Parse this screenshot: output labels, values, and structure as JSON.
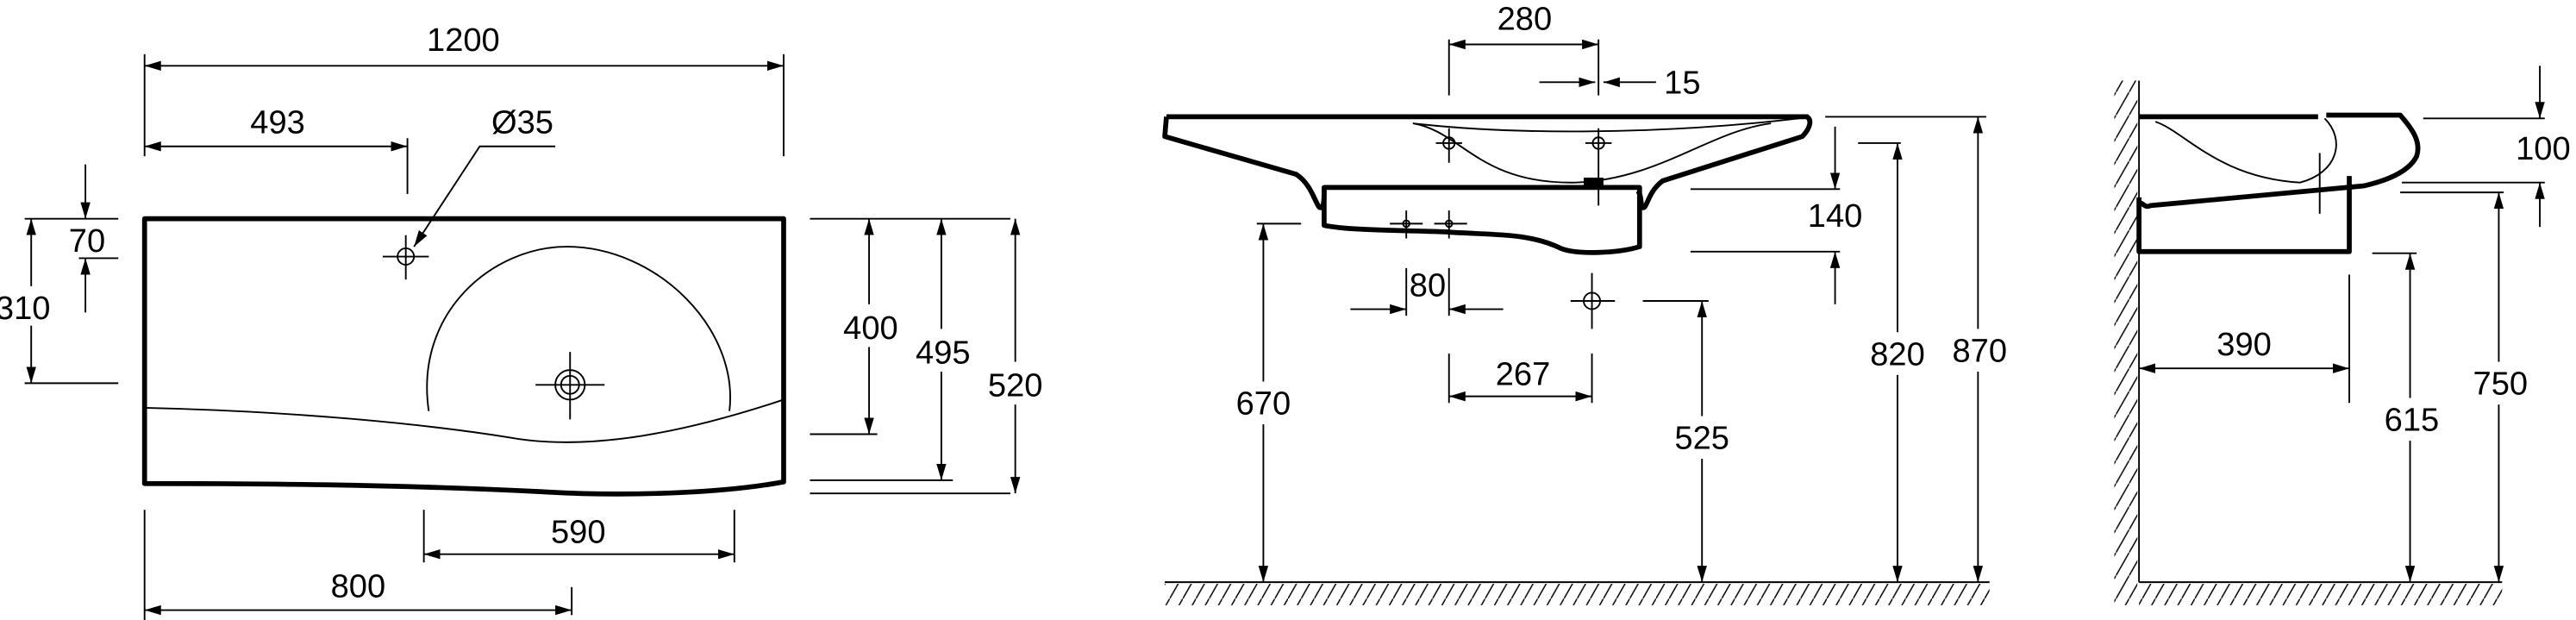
{
  "title": "Washbasin technical drawing",
  "front_view": {
    "width": "1200",
    "tap_hole_offset": "493",
    "tap_hole_diameter": "Ø35",
    "tap_from_edge": "70",
    "drain_from_edge": "310",
    "bowl_depth": "400",
    "depth_left": "495",
    "depth_max": "520",
    "bowl_width": "590",
    "drain_offset": "800"
  },
  "elevation_view": {
    "spacing_280": "280",
    "offset_15": "15",
    "cover_height": "140",
    "hole_spacing": "80",
    "spacing_267": "267",
    "height_670": "670",
    "height_525": "525",
    "height_820": "820",
    "height_870": "870"
  },
  "side_view": {
    "thickness": "100",
    "projection": "390",
    "height_615": "615",
    "height_750": "750"
  }
}
